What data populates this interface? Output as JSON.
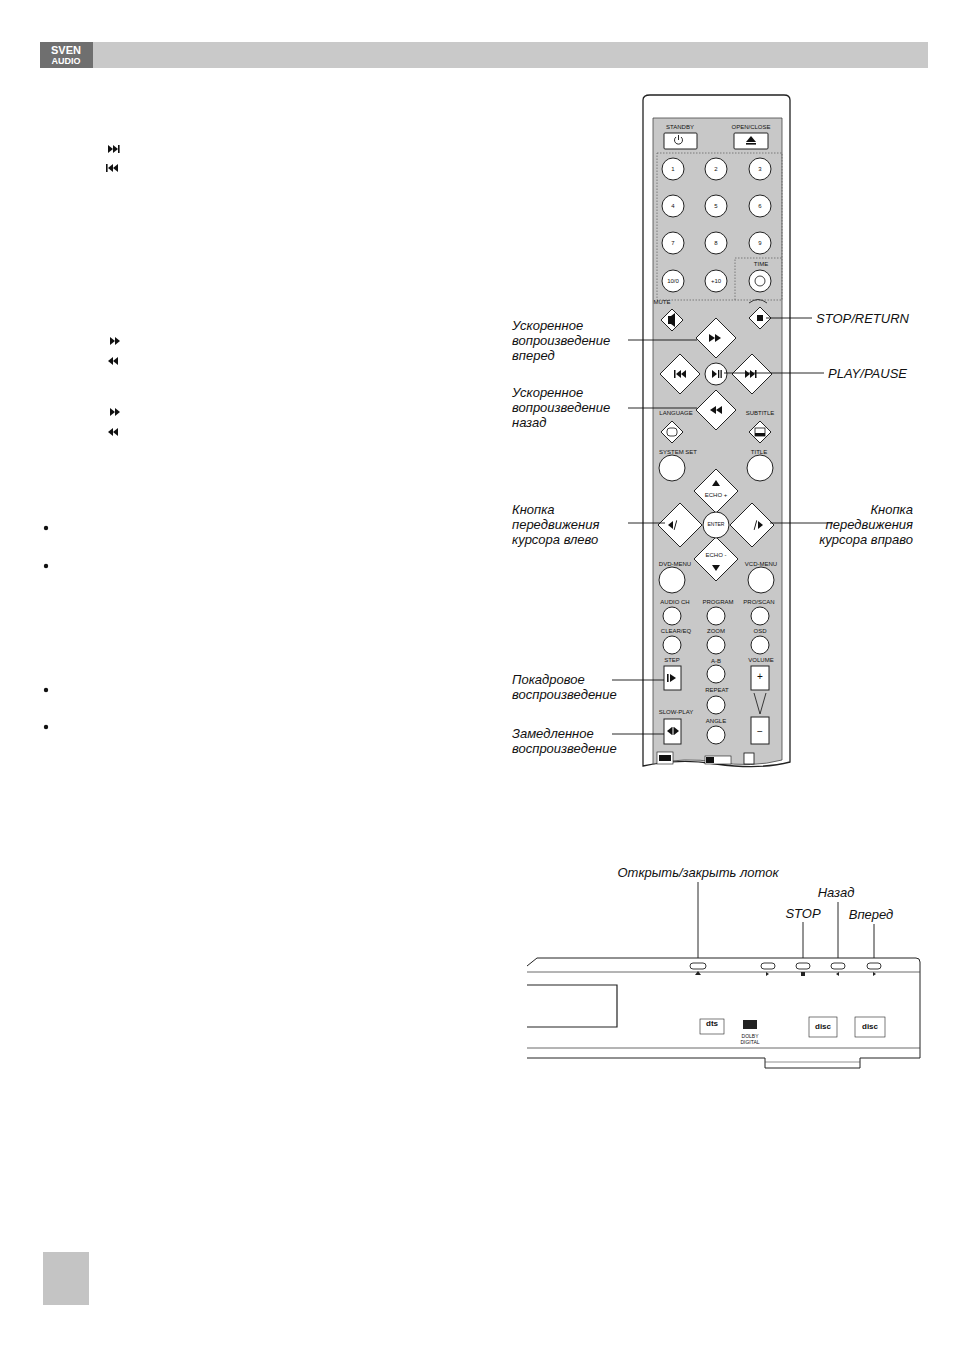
{
  "diagram": {
    "labels": [
      "SVEN",
      "AUDIO",
      "STANDBY",
      "OPEN/CLOSE",
      "1",
      "2",
      "3",
      "4",
      "5",
      "6",
      "7",
      "8",
      "9",
      "TIME",
      "10/0",
      "+10",
      "MUTE",
      "LANGUAGE",
      "SUBTITLE",
      "SYSTEM SET",
      "TITLE",
      "ECHO +",
      "ENTER",
      "ECHO -",
      "DVD-MENU",
      "VCD-MENU",
      "AUDIO CH",
      "PROGRAM",
      "PRO/SCAN",
      "CLEAR/EQ",
      "ZOOM",
      "OSD",
      "STEP",
      "A-B",
      "VOLUME",
      "+",
      "REPEAT",
      "−",
      "SLOW-PLAY",
      "ANGLE",
      "Ускоренное вопроизведение вперед",
      "Ускоренное вопроизведение назад",
      "Кнопка передвижения курсора влево",
      "Покадровое воспроизведение",
      "Замедленное воспроизведение",
      "STOP/RETURN",
      "PLAY/PAUSE",
      "Кнопка передвижения курсора вправо",
      "Открыть/закрыть лоток",
      "Назад",
      "STOP",
      "Вперед",
      "dts",
      "DOLBY",
      "DIGITAL",
      "disc",
      "disc"
    ]
  }
}
